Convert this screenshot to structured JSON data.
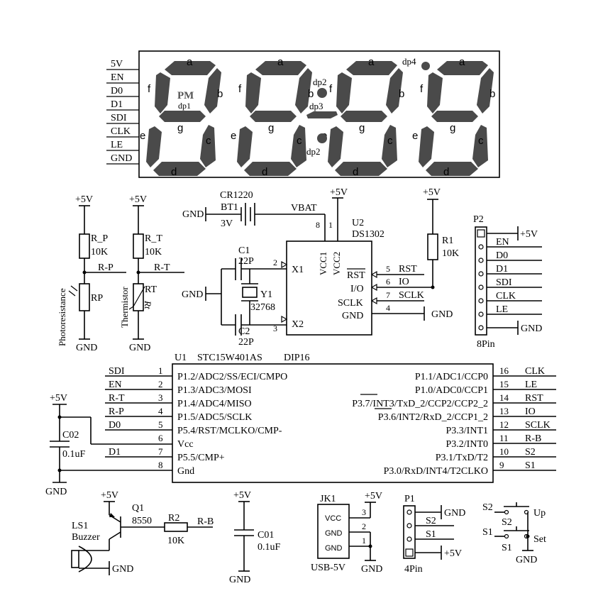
{
  "display": {
    "pins": [
      "5V",
      "EN",
      "D0",
      "D1",
      "SDI",
      "CLK",
      "LE",
      "GND"
    ],
    "seg_letters": [
      "a",
      "b",
      "c",
      "d",
      "e",
      "f",
      "g"
    ],
    "pm": "PM",
    "dp1": "dp1",
    "dp2": "dp2",
    "dp3": "dp3",
    "dp4": "dp4"
  },
  "sensors": {
    "vcc": "+5V",
    "gnd": "GND",
    "rp_res_name": "R_P",
    "rp_res_val": "10K",
    "rp_net": "R-P",
    "rp_sensor": "RP",
    "rp_caption": "Photoresistance",
    "rt_res_name": "R_T",
    "rt_res_val": "10K",
    "rt_net": "R-T",
    "rt_sensor": "RT",
    "rt_caption": "Thermistor",
    "rt_t": "Rt"
  },
  "rtc": {
    "batt_name": "CR1220",
    "batt_ref": "BT1",
    "batt_volt": "3V",
    "gnd": "GND",
    "vbat": "VBAT",
    "vcc": "+5V",
    "ref": "U2",
    "part": "DS1302",
    "c1_ref": "C1",
    "c1_val": "22P",
    "c2_ref": "C2",
    "c2_val": "22P",
    "xtal_ref": "Y1",
    "xtal_val": "32768",
    "pin_vcc1": "VCC1",
    "pin_vcc2": "VCC2",
    "pin_x1": "X1",
    "pin_x2": "X2",
    "pin_rst": "RST",
    "pin_io": "I/O",
    "pin_sclk": "SCLK",
    "pin_gnd": "GND",
    "num_8": "8",
    "num_1": "1",
    "num_2": "2",
    "num_3": "3",
    "num_5": "5",
    "num_6": "6",
    "num_7": "7",
    "num_4": "4",
    "net_rst": "RST",
    "net_io": "IO",
    "net_sclk": "SCLK",
    "r1_ref": "R1",
    "r1_val": "10K"
  },
  "p2": {
    "ref": "P2",
    "labels": [
      "EN",
      "D0",
      "D1",
      "SDI",
      "CLK",
      "LE"
    ],
    "vcc": "+5V",
    "gnd": "GND",
    "caption": "8Pin"
  },
  "mcu": {
    "ref": "U1",
    "part": "STC15W401AS",
    "pkg": "DIP16",
    "left_pins": [
      {
        "net": "SDI",
        "num": "1",
        "fn": "P1.2/ADC2/SS/ECI/CMPO"
      },
      {
        "net": "EN",
        "num": "2",
        "fn": "P1.3/ADC3/MOSI"
      },
      {
        "net": "R-T",
        "num": "3",
        "fn": "P1.4/ADC4/MISO"
      },
      {
        "net": "R-P",
        "num": "4",
        "fn": "P1.5/ADC5/SCLK"
      },
      {
        "net": "D0",
        "num": "5",
        "fn": "P5.4/RST/MCLKO/CMP-"
      },
      {
        "net": "",
        "num": "6",
        "fn": "Vcc"
      },
      {
        "net": "D1",
        "num": "7",
        "fn": "P5.5/CMP+"
      },
      {
        "net": "",
        "num": "8",
        "fn": "Gnd"
      }
    ],
    "right_pins": [
      {
        "net": "CLK",
        "num": "16",
        "fn": "P1.1/ADC1/CCP0"
      },
      {
        "net": "LE",
        "num": "15",
        "fn": "P1.0/ADC0/CCP1"
      },
      {
        "net": "RST",
        "num": "14",
        "fn": "P3.7/INT3/TxD_2/CCP2/CCP2_2"
      },
      {
        "net": "IO",
        "num": "13",
        "fn": "P3.6/INT2/RxD_2/CCP1_2"
      },
      {
        "net": "SCLK",
        "num": "12",
        "fn": "P3.3/INT1"
      },
      {
        "net": "R-B",
        "num": "11",
        "fn": "P3.2/INT0"
      },
      {
        "net": "S2",
        "num": "10",
        "fn": "P3.1/TxD/T2"
      },
      {
        "net": "S1",
        "num": "9",
        "fn": "P3.0/RxD/INT4/T2CLKO"
      }
    ],
    "vcc": "+5V",
    "cap_ref": "C02",
    "cap_val": "0.1uF",
    "gnd": "GND"
  },
  "buzzer": {
    "vcc": "+5V",
    "q_ref": "Q1",
    "q_part": "8550",
    "r_ref": "R2",
    "r_val": "10K",
    "net": "R-B",
    "ls_ref": "LS1",
    "ls_name": "Buzzer",
    "gnd": "GND"
  },
  "c01": {
    "vcc": "+5V",
    "ref": "C01",
    "val": "0.1uF",
    "gnd": "GND"
  },
  "usb": {
    "ref": "JK1",
    "vcc": "+5V",
    "pins": [
      "VCC",
      "GND",
      "GND"
    ],
    "nums": [
      "3",
      "2",
      "1"
    ],
    "caption": "USB-5V",
    "gnd": "GND"
  },
  "p1": {
    "ref": "P1",
    "gnd": "GND",
    "s2": "S2",
    "s1": "S1",
    "vcc": "+5V",
    "caption": "4Pin"
  },
  "switches": {
    "s2_net": "S2",
    "s2_ref": "S2",
    "s2_func": "Up",
    "s1_net": "S1",
    "s1_ref": "S1",
    "s1_func": "Set",
    "gnd": "GND"
  }
}
